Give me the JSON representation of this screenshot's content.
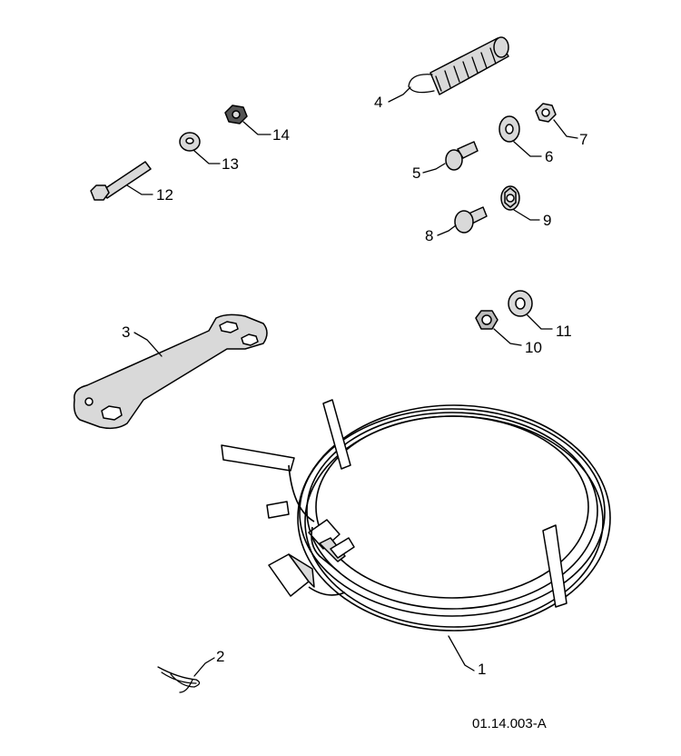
{
  "figure_id": "01.14.003-A",
  "callouts": {
    "c1": "1",
    "c2": "2",
    "c3": "3",
    "c4": "4",
    "c5": "5",
    "c6": "6",
    "c7": "7",
    "c8": "8",
    "c9": "9",
    "c10": "10",
    "c11": "11",
    "c12": "12",
    "c13": "13",
    "c14": "14"
  }
}
